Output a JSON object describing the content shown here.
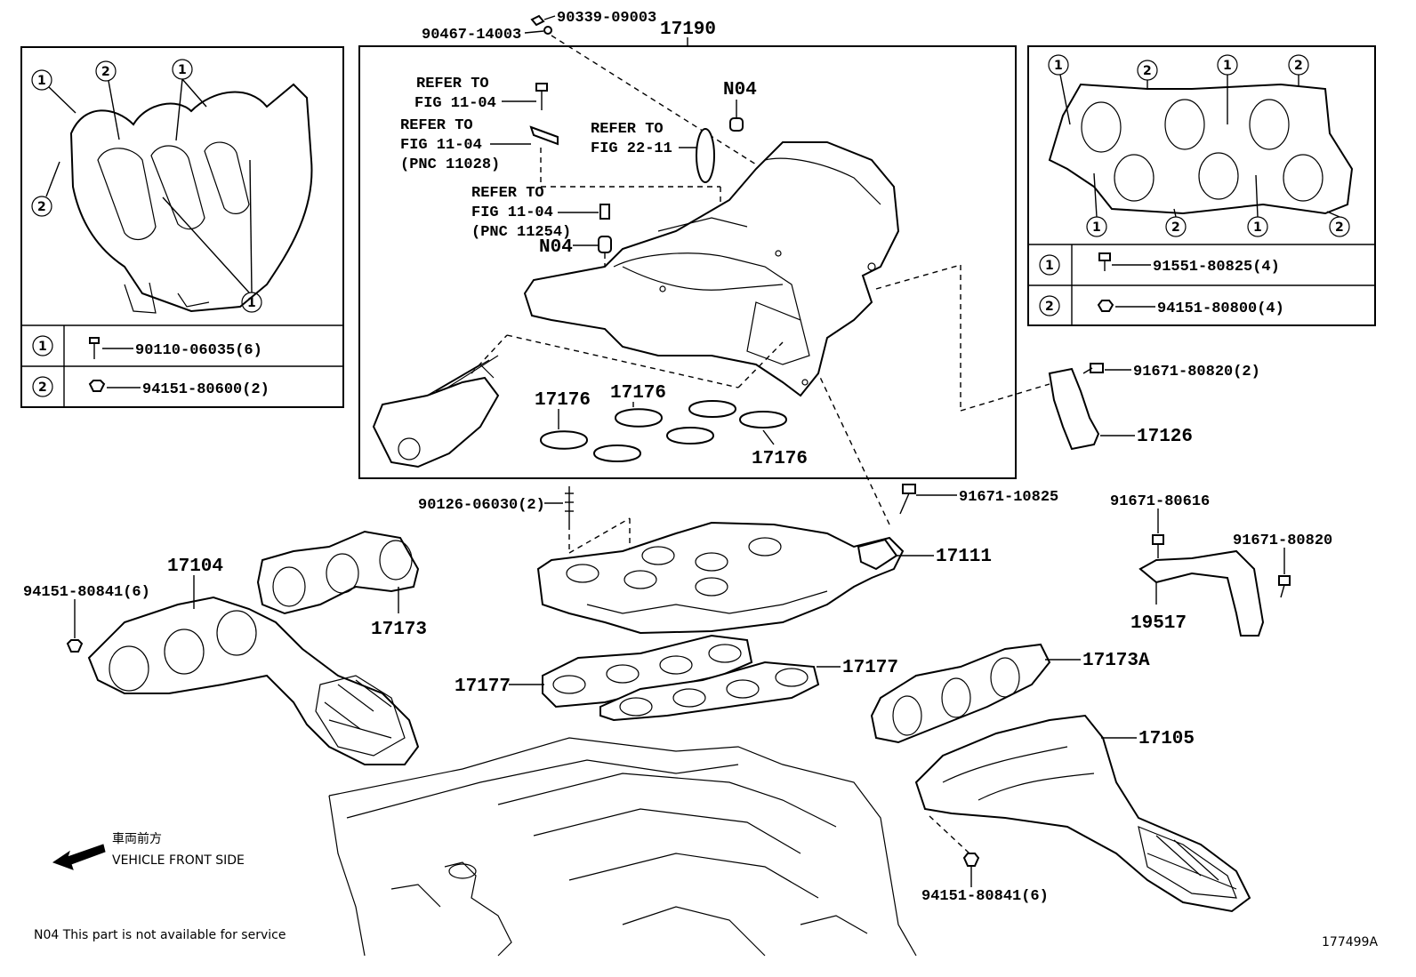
{
  "diagram_id": "177499A",
  "footnote": "N04 This part is not available for service",
  "direction": {
    "jp": "車両前方",
    "en": "VEHICLE FRONT SIDE"
  },
  "top_labels": {
    "p1": "90339-09003",
    "p2": "90467-14003",
    "p3": "17190"
  },
  "refs": {
    "r1a": "REFER TO",
    "r1b": "FIG 11-04",
    "r2a": "REFER TO",
    "r2b": "FIG 11-04",
    "r2c": "(PNC 11028)",
    "r3a": "REFER TO",
    "r3b": "FIG 22-11",
    "r4a": "REFER TO",
    "r4b": "FIG 11-04",
    "r4c": "(PNC 11254)",
    "n04a": "N04",
    "n04b": "N04"
  },
  "callouts": {
    "c17176a": "17176",
    "c17176b": "17176",
    "c17176c": "17176",
    "c17126": "17126",
    "c91671_80820_2": "91671-80820(2)",
    "c90126": "90126-06030(2)",
    "c91671_10825": "91671-10825",
    "c91671_80616": "91671-80616",
    "c91671_80820": "91671-80820",
    "c17111": "17111",
    "c19517": "19517",
    "c17104": "17104",
    "c94151_80841_a": "94151-80841(6)",
    "c17173": "17173",
    "c17177a": "17177",
    "c17177b": "17177",
    "c17173A": "17173A",
    "c17105": "17105",
    "c94151_80841_b": "94151-80841(6)"
  },
  "left_inset": {
    "markers": [
      "1",
      "2"
    ],
    "legend": [
      {
        "marker": "1",
        "part": "90110-06035(6)"
      },
      {
        "marker": "2",
        "part": "94151-80600(2)"
      }
    ]
  },
  "right_inset": {
    "markers": [
      "1",
      "2"
    ],
    "legend": [
      {
        "marker": "1",
        "part": "91551-80825(4)"
      },
      {
        "marker": "2",
        "part": "94151-80800(4)"
      }
    ]
  }
}
